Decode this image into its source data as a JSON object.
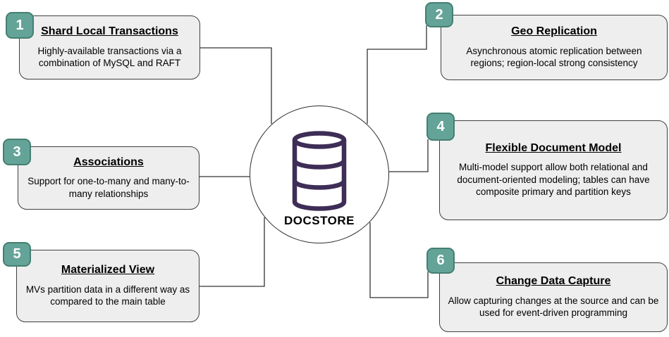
{
  "center": {
    "label": "DOCSTORE",
    "icon": "database-cylinder-icon"
  },
  "features": [
    {
      "number": "1",
      "title": "Shard Local Transactions",
      "description": "Highly-available transactions via a combination of MySQL and RAFT"
    },
    {
      "number": "2",
      "title": "Geo Replication",
      "description": "Asynchronous atomic replication between regions; region-local strong consistency"
    },
    {
      "number": "3",
      "title": "Associations",
      "description": "Support for one-to-many and many-to-many relationships"
    },
    {
      "number": "4",
      "title": "Flexible Document Model",
      "description": "Multi-model support allow both relational and document-oriented modeling; tables can have composite primary and partition keys"
    },
    {
      "number": "5",
      "title": "Materialized View",
      "description": "MVs partition data in a different way as compared to the main table"
    },
    {
      "number": "6",
      "title": "Change Data Capture",
      "description": "Allow capturing changes at the source and can be used for event-driven programming"
    }
  ],
  "colors": {
    "badge_fill": "#64a398",
    "badge_border": "#457f72",
    "box_fill": "#eeeeee",
    "box_border": "#3f3f3f",
    "connector": "#333333",
    "database_icon": "#3e2d56",
    "text": "#000000",
    "background": "#ffffff"
  }
}
